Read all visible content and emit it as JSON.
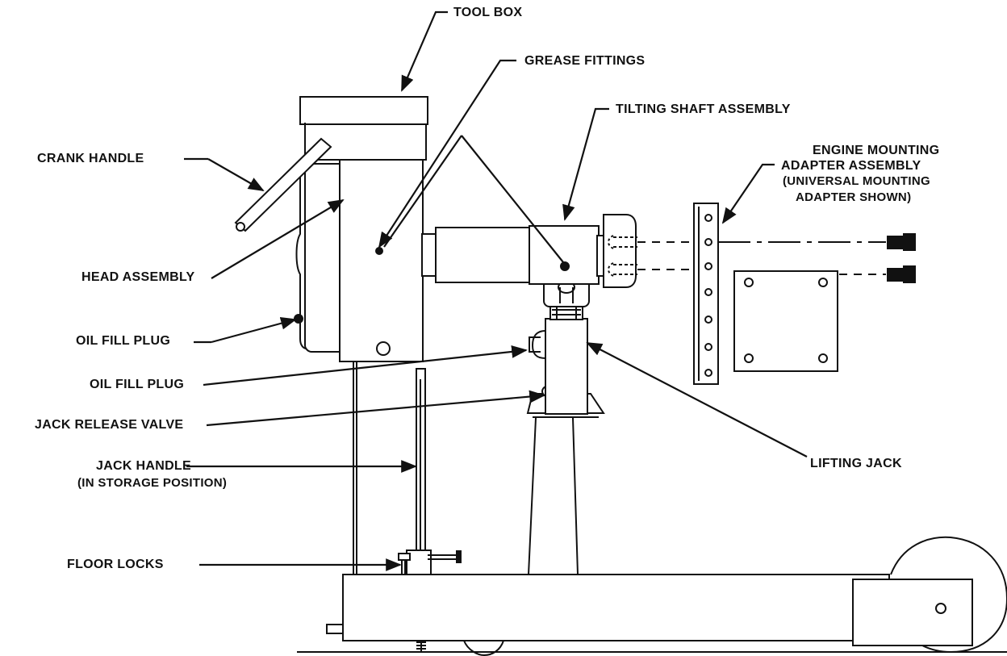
{
  "labels": {
    "tool_box": "TOOL BOX",
    "grease_fittings": "GREASE FITTINGS",
    "tilting_shaft_assembly": "TILTING SHAFT ASSEMBLY",
    "engine_mounting_1": "ENGINE MOUNTING",
    "engine_mounting_2": "ADAPTER ASSEMBLY",
    "engine_mounting_3": "(UNIVERSAL MOUNTING",
    "engine_mounting_4": "ADAPTER SHOWN)",
    "crank_handle": "CRANK HANDLE",
    "head_assembly": "HEAD ASSEMBLY",
    "oil_fill_plug_1": "OIL FILL PLUG",
    "oil_fill_plug_2": "OIL FILL PLUG",
    "jack_release_valve": "JACK RELEASE VALVE",
    "jack_handle_1": "JACK HANDLE",
    "jack_handle_2": "(IN STORAGE POSITION)",
    "lifting_jack": "LIFTING JACK",
    "floor_locks": "FLOOR LOCKS"
  },
  "colors": {
    "ink": "#111111",
    "paper": "#ffffff"
  }
}
